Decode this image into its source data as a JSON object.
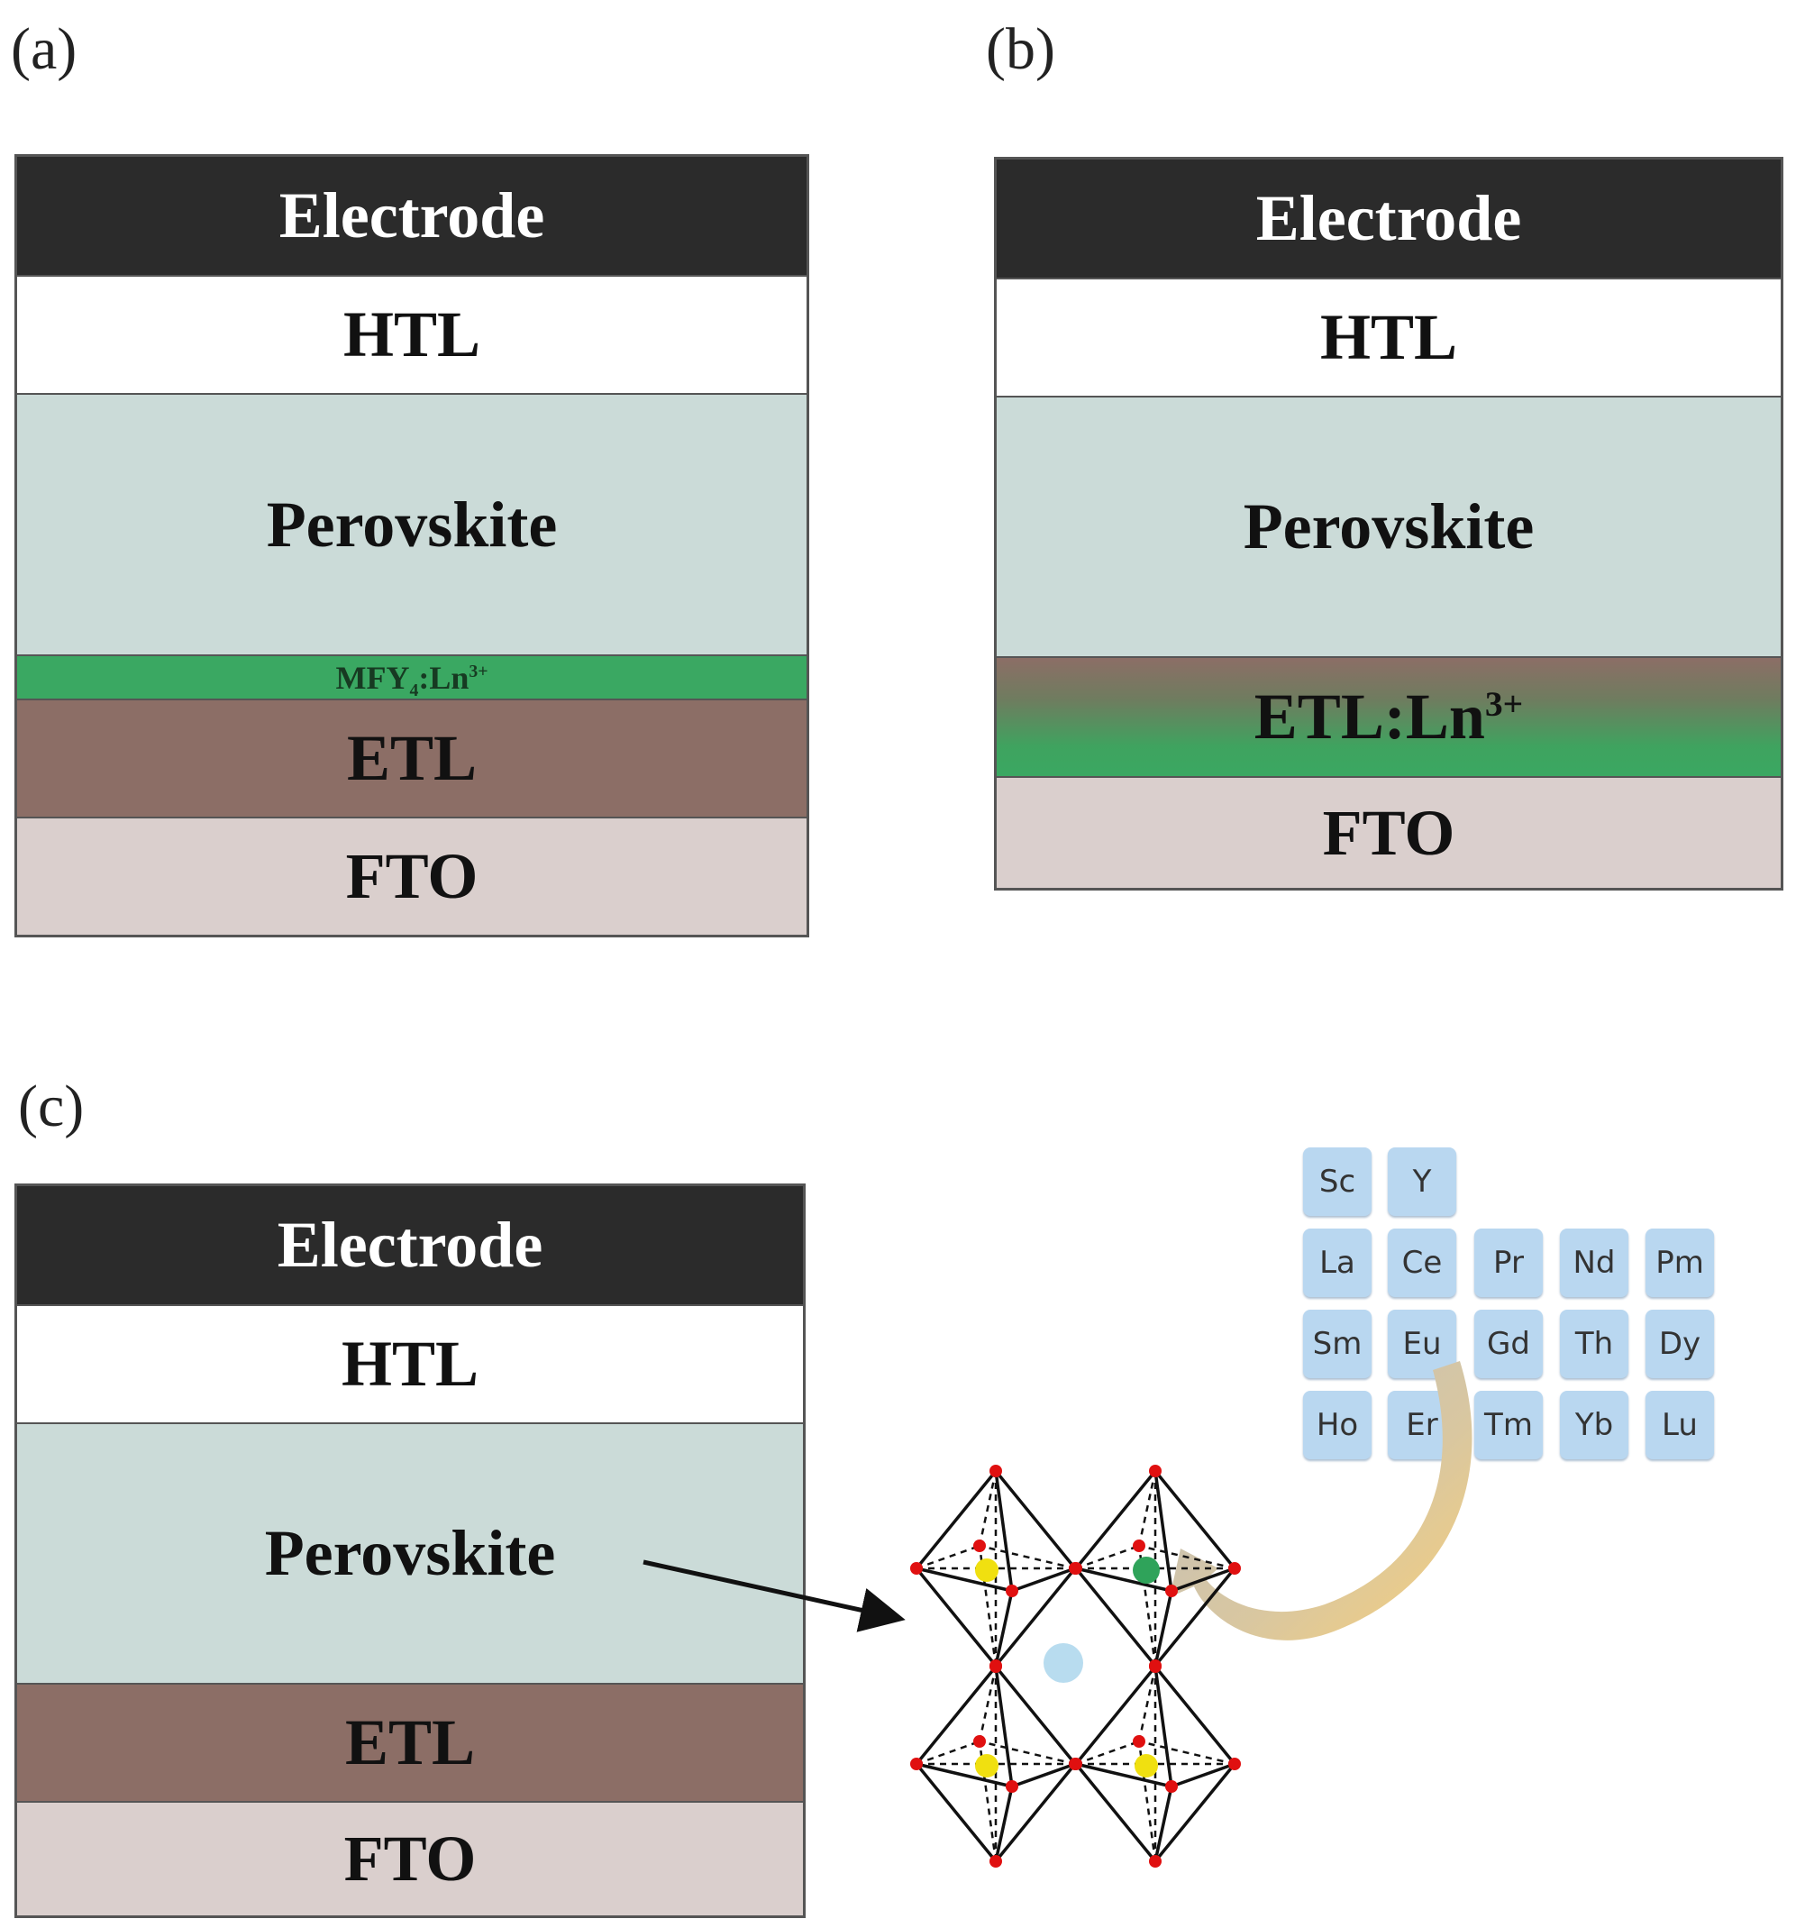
{
  "panels": {
    "a": {
      "label": "(a)",
      "layers": {
        "electrode": "Electrode",
        "htl": "HTL",
        "perovskite": "Perovskite",
        "mfy_base": "MFY",
        "mfy_sub": "4",
        "mfy_mid": ":Ln",
        "mfy_sup": "3+",
        "etl": "ETL",
        "fto": "FTO"
      }
    },
    "b": {
      "label": "(b)",
      "layers": {
        "electrode": "Electrode",
        "htl": "HTL",
        "perovskite": "Perovskite",
        "etl_ln_base": "ETL:Ln",
        "etl_ln_sup": "3+",
        "fto": "FTO"
      }
    },
    "c": {
      "label": "(c)",
      "layers": {
        "electrode": "Electrode",
        "htl": "HTL",
        "perovskite": "Perovskite",
        "etl": "ETL",
        "fto": "FTO"
      },
      "periodic_elements": [
        [
          "Sc",
          "Y"
        ],
        [
          "La",
          "Ce",
          "Pr",
          "Nd",
          "Pm"
        ],
        [
          "Sm",
          "Eu",
          "Gd",
          "Th",
          "Dy"
        ],
        [
          "Ho",
          "Er",
          "Tm",
          "Yb",
          "Lu"
        ]
      ]
    }
  },
  "colors": {
    "electrode": "#2b2b2b",
    "htl": "#ffffff",
    "perovskite": "#cbdbd8",
    "mfy": "#3aa862",
    "etl": "#8c6e66",
    "fto": "#dacfcd",
    "element_tile": "#b9d7f0",
    "octahedron_vertex": "#e01010",
    "b_site_ion": "#f0e010",
    "dopant_ion": "#2fa35a",
    "a_site_ion": "#b8dcef"
  }
}
